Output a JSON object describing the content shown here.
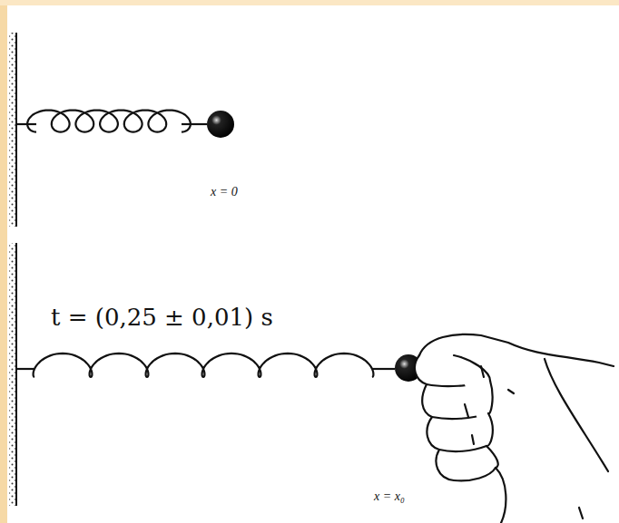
{
  "diagram": {
    "labels": [
      "x = 0",
      "t = (0,25 ± 0,01) s",
      "x = x₀"
    ]
  }
}
